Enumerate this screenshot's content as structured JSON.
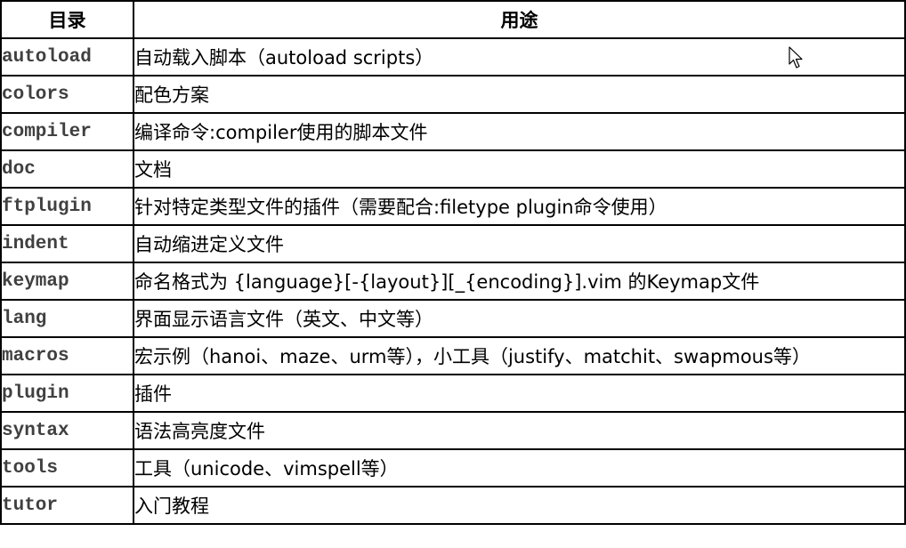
{
  "table": {
    "headers": [
      "目录",
      "用途"
    ],
    "rows": [
      {
        "dir": "autoload",
        "use": "自动载入脚本（autoload scripts）"
      },
      {
        "dir": "colors",
        "use": "配色方案"
      },
      {
        "dir": "compiler",
        "use": "编译命令:compiler使用的脚本文件"
      },
      {
        "dir": "doc",
        "use": "文档"
      },
      {
        "dir": "ftplugin",
        "use": "针对特定类型文件的插件（需要配合:filetype plugin命令使用）"
      },
      {
        "dir": "indent",
        "use": "自动缩进定义文件"
      },
      {
        "dir": "keymap",
        "use": "命名格式为 {language}[-{layout}][_{encoding}].vim 的Keymap文件"
      },
      {
        "dir": "lang",
        "use": "界面显示语言文件（英文、中文等）"
      },
      {
        "dir": "macros",
        "use": "宏示例（hanoi、maze、urm等），小工具（justify、matchit、swapmous等）"
      },
      {
        "dir": "plugin",
        "use": "插件"
      },
      {
        "dir": "syntax",
        "use": "语法高亮度文件"
      },
      {
        "dir": "tools",
        "use": "工具（unicode、vimspell等）"
      },
      {
        "dir": "tutor",
        "use": "入门教程"
      }
    ]
  },
  "cursor": {
    "icon": "arrow-pointer-icon"
  }
}
